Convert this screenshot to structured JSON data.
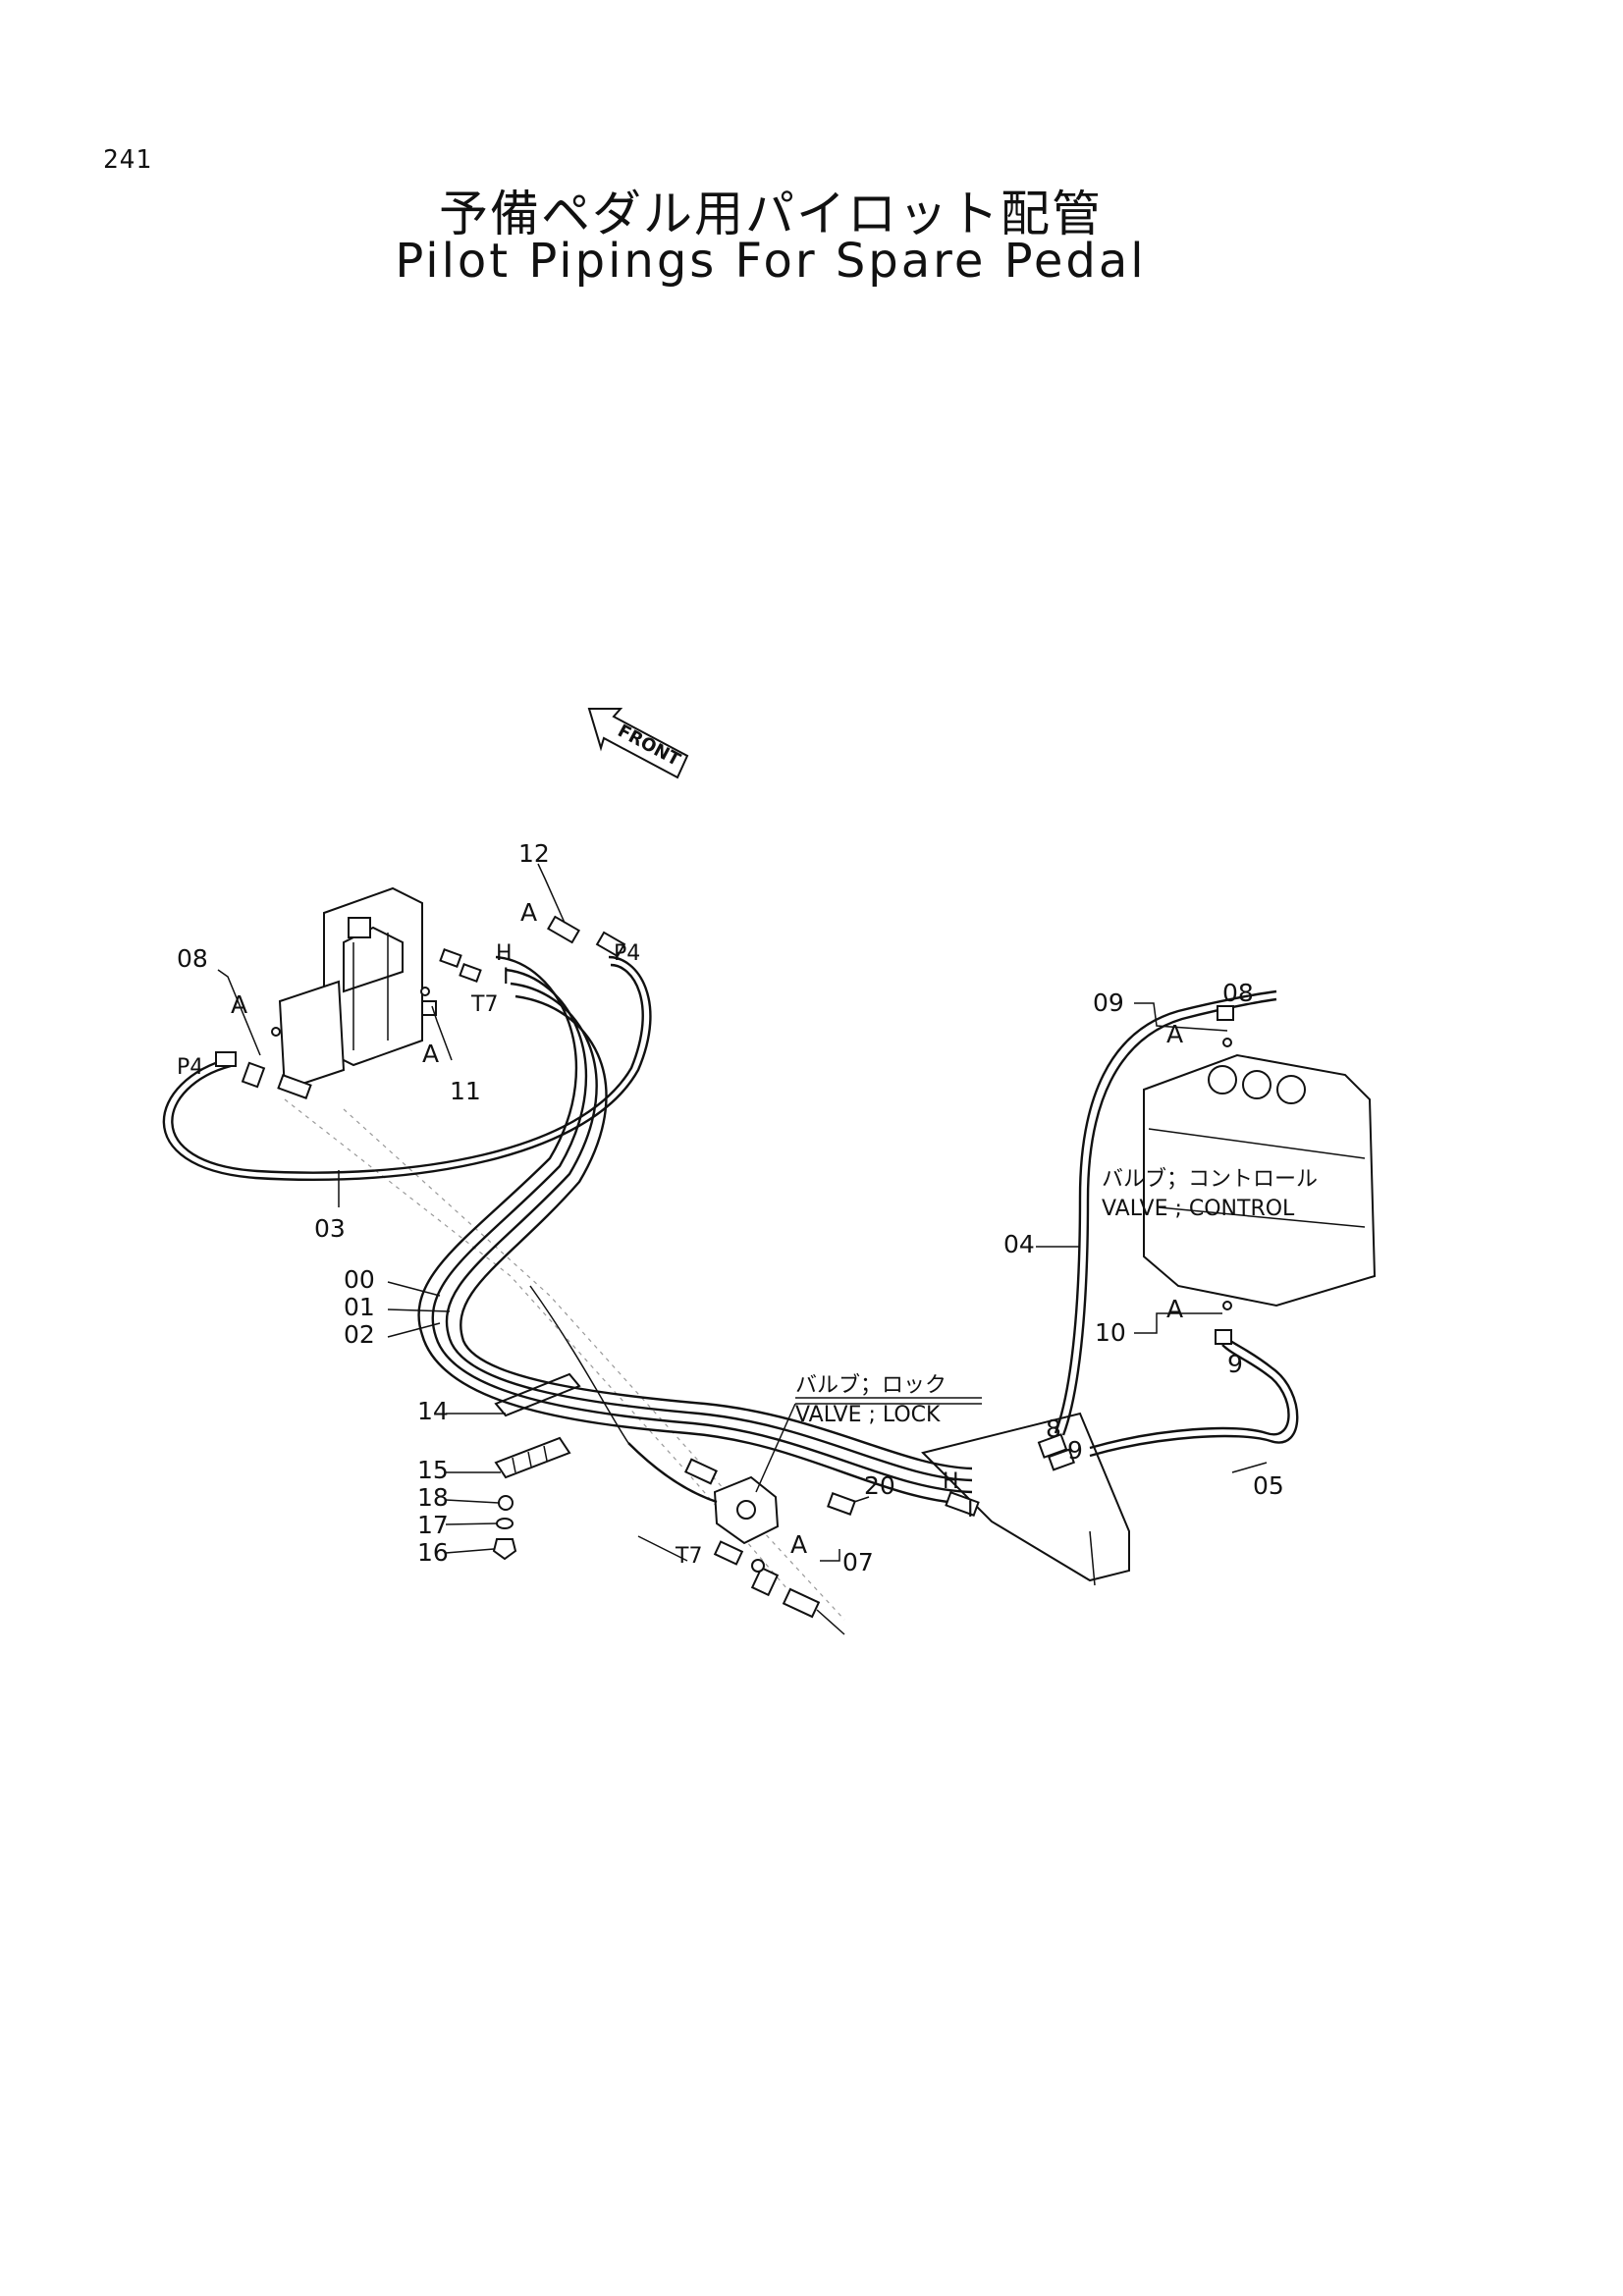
{
  "page_number": "241",
  "title_jp": "予備ペダル用パイロット配管",
  "title_en": "Pilot Pipings For Spare Pedal",
  "front_arrow": "FRONT",
  "part_labels": {
    "p00": "00",
    "p01": "01",
    "p02": "02",
    "p03": "03",
    "p04": "04",
    "p05": "05",
    "p07": "07",
    "p08a": "08",
    "p08b": "08",
    "p09": "09",
    "p10": "10",
    "p11": "11",
    "p12": "12",
    "p14": "14",
    "p15": "15",
    "p16": "16",
    "p17": "17",
    "p18": "18",
    "p20": "20",
    "n8": "8",
    "n9": "9",
    "n9b": "9"
  },
  "port_labels": {
    "h1": "H",
    "i1": "I",
    "t7a": "T7",
    "p4a": "P4",
    "p4b": "P4",
    "h2": "H",
    "i2": "I",
    "t7b": "T7"
  },
  "detail_marks": {
    "a1": "A",
    "a2": "A",
    "a3": "A",
    "a4": "A",
    "a5": "A",
    "a6": "A"
  },
  "component_labels": {
    "control_valve_jp": "バルブ；コントロール",
    "control_valve_en": "VALVE ; CONTROL",
    "lock_valve_jp": "バルブ；ロック",
    "lock_valve_en": "VALVE ; LOCK"
  }
}
